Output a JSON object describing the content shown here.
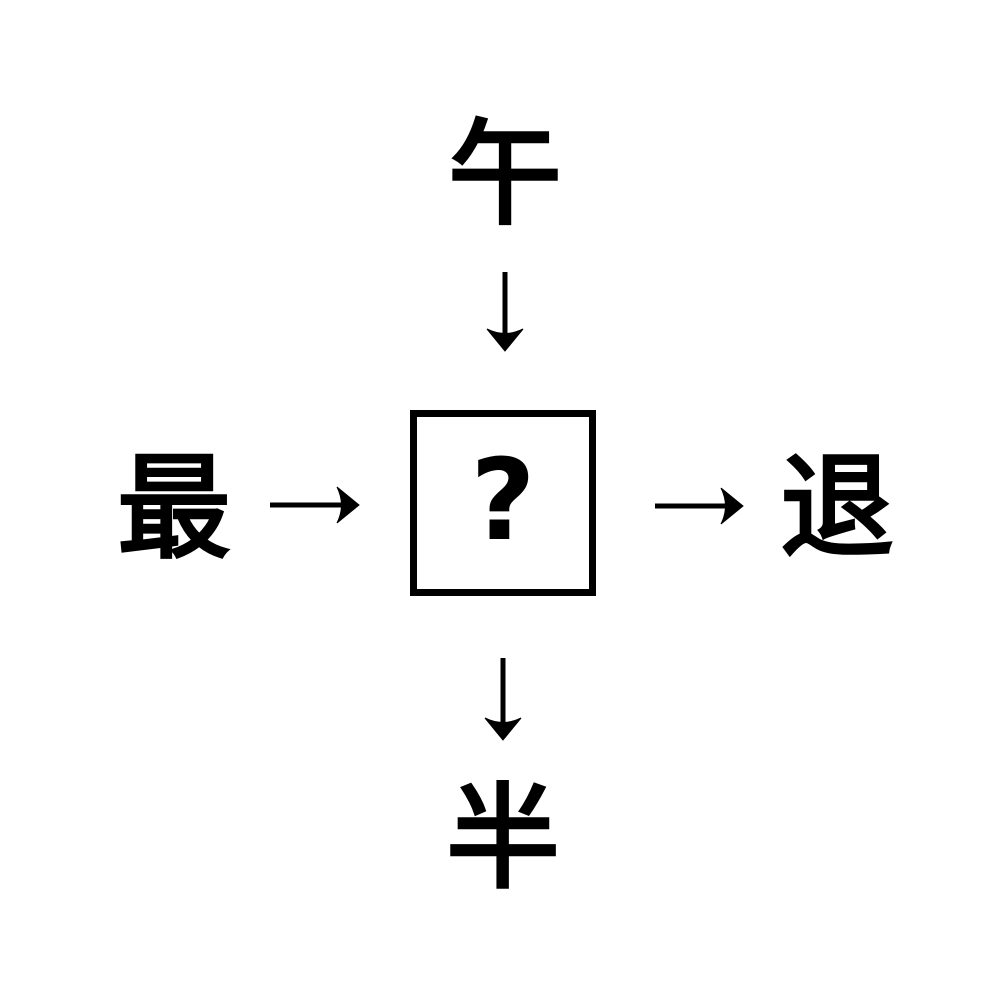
{
  "page": {
    "background_color": "#ffffff",
    "foreground_color": "#000000"
  },
  "puzzle": {
    "top_kanji": "午",
    "left_kanji": "最",
    "right_kanji": "退",
    "bottom_kanji": "半",
    "center_placeholder": "?"
  },
  "icons": {
    "arrow_down_from_top": "↓",
    "arrow_right_from_left": "→",
    "arrow_right_to_right": "→",
    "arrow_down_to_bottom": "↓"
  }
}
